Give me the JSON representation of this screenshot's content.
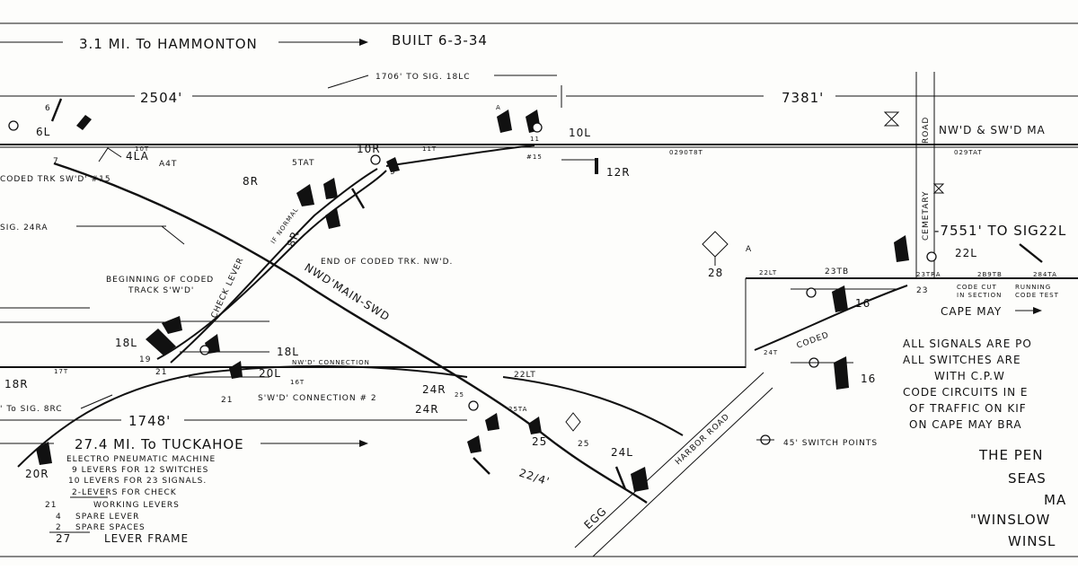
{
  "header": {
    "to_hammonton": "3.1 MI. To HAMMONTON",
    "built": "BUILT 6-3-34"
  },
  "dimensions": {
    "d2504": "2504'",
    "d7381": "7381'",
    "d1706": "1706' TO SIG. 18LC",
    "d1748": "1748'",
    "d7551": "-7551' TO SIG22L",
    "to_tuckahoe": "27.4 MI. To TUCKAHOE",
    "sig8rc": "' To SIG. 8RC",
    "sig24ra": "SIG. 24RA"
  },
  "labels": {
    "l6L": "6L",
    "l4LA": "4LA",
    "l10R": "10R",
    "l10L": "10L",
    "l12R": "12R",
    "l8R": "8R",
    "l8R2": "8R",
    "l18L": "18L",
    "l18L2": "18L",
    "l18R": "18R",
    "l20L": "20L",
    "l20R": "20R",
    "l24R": "24R",
    "l24R2": "24R",
    "l25": "25",
    "l25b": "25",
    "l24L": "24L",
    "l22L": "22L",
    "l28": "28",
    "l16a": "16",
    "l16b": "16",
    "n7": "7",
    "n9": "9",
    "n11": "11",
    "n19": "19",
    "n21": "21",
    "n21b": "21",
    "n23": "23",
    "n15": "#15",
    "t6": "6",
    "t10T": "10T",
    "tA4T": "A4T",
    "t5TAT": "5TAT",
    "t11T": "11T",
    "t0290": "0290T8T",
    "t029TAT": "029TAT",
    "t17T": "17T",
    "t16T": "16T",
    "t22LT": "22LT",
    "t25TA": "25TA",
    "t22LT2": "22LT",
    "t23TB": "23TB",
    "t23TRA": "23TRA",
    "t2B9TB": "2B9TB",
    "t284TA": "284TA",
    "t24T": "24T",
    "t22_4": "22/4'",
    "tA": "A",
    "tA2": "A",
    "nwd_conn": "NW'D' CONNECTION",
    "swd_conn": "S'W'D' CONNECTION # 2",
    "coded_swd": "CODED TRK SW'D' #15",
    "end_coded": "END OF CODED TRK. NW'D.",
    "begin_coded1": "BEGINNING OF CODED",
    "begin_coded2": "TRACK S'W'D'",
    "check_lever": "CHECK LEVER",
    "normal": "IF NORMAL",
    "main": "NWD'MAIN-SWD",
    "nwd_swd_main": "NW'D & SW'D MA",
    "cape_may": "CAPE MAY",
    "cemetary": "CEMETARY",
    "road": "ROAD",
    "harbor_road": "HARBOR ROAD",
    "egg": "EGG",
    "coded": "CODED",
    "code_cut": "CODE CUT",
    "in_section": "IN SECTION",
    "running": "RUNNING",
    "code_test": "CODE TEST",
    "switch_points": "45' SWITCH POINTS"
  },
  "machine": {
    "line1": "ELECTRO PNEUMATIC MACHINE",
    "line2": "9 LEVERS FOR 12 SWITCHES",
    "line3": "10 LEVERS FOR 23 SIGNALS.",
    "line4": "2-LEVERS FOR CHECK",
    "rows": [
      {
        "num": "21",
        "text": "WORKING LEVERS"
      },
      {
        "num": "4",
        "text": "SPARE LEVER"
      },
      {
        "num": "2",
        "text": "SPARE SPACES"
      },
      {
        "num": "27",
        "text": "LEVER FRAME"
      }
    ]
  },
  "notes": {
    "line1": "ALL SIGNALS ARE PO",
    "line2": "ALL SWITCHES ARE",
    "line3": "WITH C.P.W",
    "line4": "CODE CIRCUITS IN E",
    "line5": "OF TRAFFIC ON KIF",
    "line6": "ON CAPE MAY BRA"
  },
  "title_block": {
    "line1": "THE PEN",
    "line2": "SEAS",
    "line3": "MA",
    "line4": "\"WINSLOW",
    "line5": "WINSL"
  }
}
